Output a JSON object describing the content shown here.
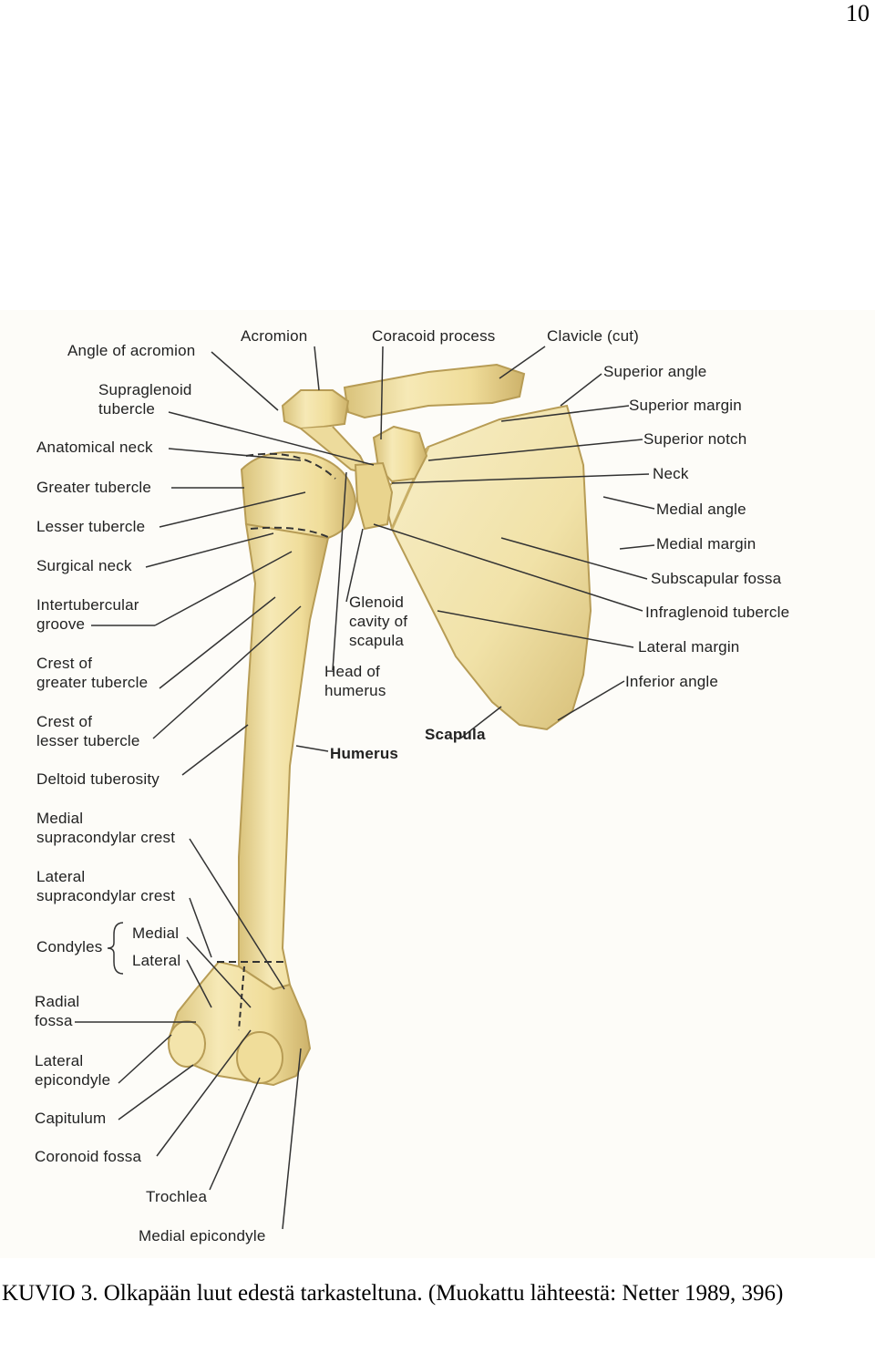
{
  "page_number": "10",
  "figure": {
    "labels": {
      "angle_of_acromion": "Angle of acromion",
      "acromion": "Acromion",
      "coracoid_process": "Coracoid process",
      "clavicle": "Clavicle (cut)",
      "supraglenoid_tubercle": "Supraglenoid\ntubercle",
      "superior_angle": "Superior angle",
      "superior_margin": "Superior margin",
      "anatomical_neck": "Anatomical neck",
      "superior_notch": "Superior notch",
      "greater_tubercle": "Greater tubercle",
      "neck": "Neck",
      "lesser_tubercle": "Lesser tubercle",
      "medial_angle": "Medial angle",
      "surgical_neck": "Surgical neck",
      "medial_margin": "Medial margin",
      "subscapular_fossa": "Subscapular fossa",
      "intertubercular_groove": "Intertubercular\ngroove",
      "glenoid_cavity": "Glenoid\ncavity of\nscapula",
      "infraglenoid_tubercle": "Infraglenoid tubercle",
      "lateral_margin": "Lateral margin",
      "crest_greater_tubercle": "Crest of\ngreater tubercle",
      "head_of_humerus": "Head of\nhumerus",
      "inferior_angle": "Inferior angle",
      "crest_lesser_tubercle": "Crest of\nlesser tubercle",
      "scapula": "Scapula",
      "humerus": "Humerus",
      "deltoid_tuberosity": "Deltoid tuberosity",
      "medial_supracondylar_crest": "Medial\nsupracondylar crest",
      "lateral_supracondylar_crest": "Lateral\nsupracondylar crest",
      "condyles": "Condyles",
      "condyles_medial": "Medial",
      "condyles_lateral": "Lateral",
      "radial_fossa": "Radial\nfossa",
      "lateral_epicondyle": "Lateral\nepicondyle",
      "capitulum": "Capitulum",
      "coronoid_fossa": "Coronoid fossa",
      "trochlea": "Trochlea",
      "medial_epicondyle": "Medial epicondyle"
    }
  },
  "caption": "KUVIO 3. Olkapään luut edestä tarkasteltuna. (Muokattu lähteestä: Netter 1989, 396)",
  "colors": {
    "bone": "#f2e2a4",
    "bone_shadow": "#d8c27a",
    "bone_light": "#fbf3d2",
    "line": "#333333"
  }
}
